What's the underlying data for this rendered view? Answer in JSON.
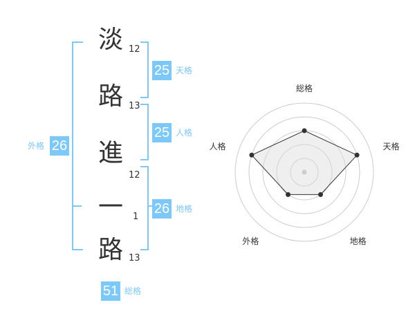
{
  "name": {
    "chars": [
      {
        "char": "淡",
        "strokes": "12"
      },
      {
        "char": "路",
        "strokes": "13"
      },
      {
        "char": "進",
        "strokes": "12"
      },
      {
        "char": "一",
        "strokes": "1"
      },
      {
        "char": "路",
        "strokes": "13"
      }
    ]
  },
  "fortunes": {
    "tenkaku": {
      "label": "天格",
      "value": "25"
    },
    "jinkaku": {
      "label": "人格",
      "value": "25"
    },
    "chikaku": {
      "label": "地格",
      "value": "26"
    },
    "gaikaku": {
      "label": "外格",
      "value": "26"
    },
    "soukaku": {
      "label": "総格",
      "value": "51"
    }
  },
  "colors": {
    "accent": "#7cc8f8",
    "line": "#333333"
  },
  "chart_data": {
    "type": "radar",
    "axes": [
      "総格",
      "天格",
      "地格",
      "外格",
      "人格"
    ],
    "values": [
      3,
      4,
      2,
      2,
      4
    ],
    "max": 5,
    "rings": 5
  }
}
